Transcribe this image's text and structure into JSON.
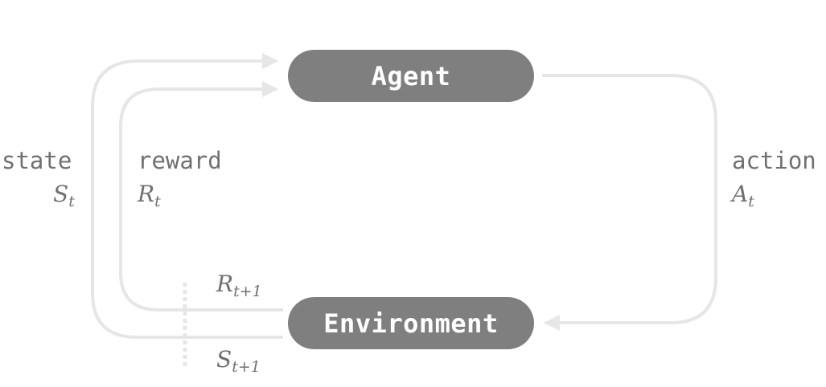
{
  "agent": {
    "label": "Agent"
  },
  "environment": {
    "label": "Environment"
  },
  "state": {
    "word": "state",
    "symbol": "S",
    "subscript": "t"
  },
  "reward": {
    "word": "reward",
    "symbol": "R",
    "subscript": "t"
  },
  "action": {
    "word": "action",
    "symbol": "A",
    "subscript": "t"
  },
  "next_reward": {
    "symbol": "R",
    "subscript": "t+1"
  },
  "next_state": {
    "symbol": "S",
    "subscript": "t+1"
  },
  "colors": {
    "box_fill": "#7f7f7f",
    "box_text": "#ffffff",
    "arrow": "#e6e6e6",
    "label": "#707070"
  }
}
